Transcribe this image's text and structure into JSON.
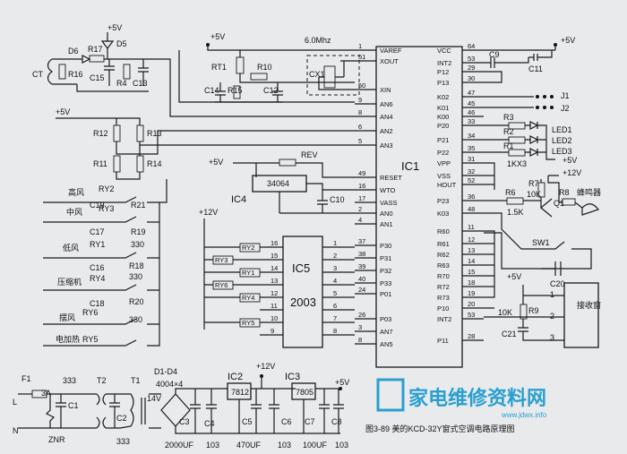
{
  "chip": {
    "ic1": "IC1",
    "ic4": "IC4",
    "ic4_part": "34064",
    "ic5": "IC5",
    "ic5_part": "2003",
    "ic2": "IC2",
    "ic2_part": "7812",
    "ic3": "IC3",
    "ic3_part": "7805",
    "bridge": "D1-D4",
    "bridge_part": "4004×4"
  },
  "ic1_left": [
    {
      "pin": "1",
      "name": "VAREF"
    },
    {
      "pin": "51",
      "name": "XOUT"
    },
    {
      "pin": "50",
      "name": "XIN"
    },
    {
      "pin": "9",
      "name": "AN6"
    },
    {
      "pin": "8",
      "name": "AN4"
    },
    {
      "pin": "6",
      "name": "AN2"
    },
    {
      "pin": "5",
      "name": "AN3"
    },
    {
      "pin": "49",
      "name": "RESET"
    },
    {
      "pin": "16",
      "name": "WTO"
    },
    {
      "pin": "17",
      "name": "VASS"
    },
    {
      "pin": "2",
      "name": "AN0"
    },
    {
      "pin": "4",
      "name": "AN1"
    },
    {
      "pin": "37",
      "name": "P30"
    },
    {
      "pin": "38",
      "name": "P31"
    },
    {
      "pin": "39",
      "name": "P32"
    },
    {
      "pin": "40",
      "name": "P33"
    },
    {
      "pin": "24",
      "name": "P01"
    },
    {
      "pin": "26",
      "name": "P03"
    },
    {
      "pin": "3",
      "name": "AN7"
    },
    {
      "pin": "8",
      "name": "AN5"
    }
  ],
  "ic1_right": [
    {
      "pin": "64",
      "name": "VCC"
    },
    {
      "pin": "53",
      "name": "INT2"
    },
    {
      "pin": "29",
      "name": "P12"
    },
    {
      "pin": "30",
      "name": "P13"
    },
    {
      "pin": "47",
      "name": "K02"
    },
    {
      "pin": "45",
      "name": "K01"
    },
    {
      "pin": "46",
      "name": "K00"
    },
    {
      "pin": "33",
      "name": "P20"
    },
    {
      "pin": "34",
      "name": "P21"
    },
    {
      "pin": "35",
      "name": "P22"
    },
    {
      "pin": "31",
      "name": "VPP"
    },
    {
      "pin": "32",
      "name": "VSS"
    },
    {
      "pin": "52",
      "name": "HOUT"
    },
    {
      "pin": "36",
      "name": "P23"
    },
    {
      "pin": "48",
      "name": "K03"
    },
    {
      "pin": "11",
      "name": "R60"
    },
    {
      "pin": "12",
      "name": "R61"
    },
    {
      "pin": "13",
      "name": "R62"
    },
    {
      "pin": "14",
      "name": "R63"
    },
    {
      "pin": "15",
      "name": "R70"
    },
    {
      "pin": "18",
      "name": "R72"
    },
    {
      "pin": "19",
      "name": "R73"
    },
    {
      "pin": "20",
      "name": "P10"
    },
    {
      "pin": "53",
      "name": "INT2"
    },
    {
      "pin": "28",
      "name": "P11"
    }
  ],
  "ic5_pins_left": [
    "16",
    "15",
    "14",
    "13",
    "12",
    "11",
    "10",
    "9"
  ],
  "ic5_pins_right": [
    "1",
    "2",
    "3",
    "4",
    "5",
    "6",
    "7",
    "8"
  ],
  "labels": {
    "vcc5_top": "+5V",
    "vcc5_ic1": "+5V",
    "vcc5_right": "+5V",
    "vcc5_led": "+5V",
    "vcc5_left": "+5V",
    "vcc5_ic4": "+5V",
    "vcc5_rx": "+5V",
    "vcc5_out": "+5V",
    "vcc12_ic5": "+12V",
    "vcc12_right": "+12V",
    "vcc12_out": "+12V",
    "crystal": "6.0Mhz",
    "cx1": "CX1",
    "ct": "CT",
    "rt1": "RT1",
    "d6": "D6",
    "d5": "D5",
    "r17": "R17",
    "r16": "R16",
    "c15": "C15",
    "r4": "R4",
    "c13": "C13",
    "r10": "R10",
    "c14": "C14",
    "r15": "R15",
    "c12": "C12",
    "r12": "R12",
    "r13": "R13",
    "r11": "R11",
    "r14": "R14",
    "rev": "REV",
    "c10": "C10",
    "c9": "C9",
    "c11": "C11",
    "j1": "J1",
    "j2": "J2",
    "r3": "R3",
    "r2": "R2",
    "r1": "R1",
    "led1": "LED1",
    "led2": "LED2",
    "led3": "LED3",
    "r1kx3": "1KX3",
    "r7": "R7",
    "r7v": "10K",
    "r6": "R6",
    "r6v": "1.5K",
    "r8": "R8",
    "q1": "Q1",
    "buzzer": "蜂鸣器",
    "sw1": "SW1",
    "c20": "C20",
    "r9": "R9",
    "r9v": "10K",
    "c21": "C21",
    "rx_box": "接收窗",
    "rx1": "1",
    "rx2": "2",
    "rx3": "3",
    "fan_high": "高风",
    "fan_mid": "中风",
    "fan_low": "低风",
    "compressor": "压缩机",
    "swing": "摆风",
    "heater": "电加热",
    "ry2": "RY2",
    "ry3": "RY3",
    "ry1": "RY1",
    "ry4": "RY4",
    "ry6": "RY6",
    "ry5": "RY5",
    "c19": "C19",
    "r21": "R21",
    "c17": "C17",
    "r19": "R19",
    "v330a": "330",
    "c16": "C16",
    "r18": "R18",
    "v330b": "330",
    "r20": "R20",
    "c18": "C18",
    "v330c": "330",
    "f1": "F1",
    "f1v": "3A",
    "v333a": "333",
    "c1": "C1",
    "t2": "T2",
    "t1": "T1",
    "c2": "C2",
    "v333b": "333",
    "znr": "ZNR",
    "l": "L",
    "n": "N",
    "v14": "14V",
    "c3": "C3",
    "c3v": "2000UF",
    "c4": "C4",
    "c4v": "103",
    "c5": "C5",
    "c5v": "470UF",
    "c6": "C6",
    "c6v": "103",
    "c7": "C7",
    "c7v": "100UF",
    "c8": "C8",
    "c8v": "103"
  },
  "caption": "图3-89  美的KCD-32Y窗式空调电路原理图",
  "watermark": "家电维修资料网",
  "watermark_url": "www.jdwx.info"
}
